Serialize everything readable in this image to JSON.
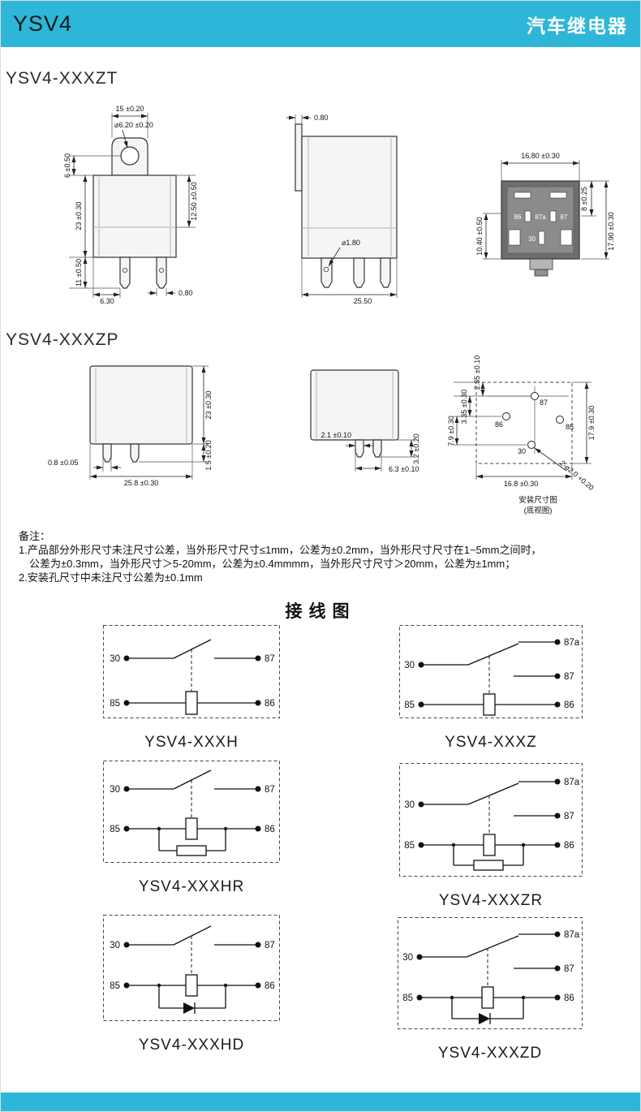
{
  "header": {
    "model": "YSV4",
    "product": "汽车继电器"
  },
  "sections": {
    "zt_title": "YSV4-XXXZT",
    "zp_title": "YSV4-XXXZP"
  },
  "zt": {
    "front": {
      "dim_tab_width": "15 ±0.20",
      "dim_hole": "⌀6.20 ±0.20",
      "dim_tab_height": "6 ±0.50",
      "dim_body_height": "23 ±0.30",
      "dim_right": "12.50 ±0.50",
      "dim_pin_length": "11 ±0.50",
      "dim_pin_offset": "6.30",
      "dim_pin_thickness": "0.80"
    },
    "side": {
      "dim_tab_thickness": "0.80",
      "dim_pin_hole": "⌀1.80",
      "dim_width": "25.50"
    },
    "bottom": {
      "dim_width": "16.80 ±0.30",
      "dim_upper": "8 ±0.25",
      "dim_left": "10.40 ±0.50",
      "dim_height": "17.90 ±0.30",
      "pin_86": "86",
      "pin_87a": "87a",
      "pin_87": "87",
      "pin_30": "30"
    }
  },
  "zp": {
    "front": {
      "dim_body_height": "23 ±0.30",
      "dim_pin_thickness": "0.8 ±0.05",
      "dim_width": "25.8 ±0.30",
      "dim_pin_tip": "1.5 ±0.20"
    },
    "side": {
      "dim_pin_width": "2.1 ±0.10",
      "dim_pin_length": "3.2 ±0.20",
      "dim_width": "6.3 ±0.10"
    },
    "holes": {
      "dim_top": "2.35 ±0.10",
      "dim_row1": "3.35 ±0.30",
      "dim_row2": "7.9 ±0.30",
      "dim_height": "17.9 ±0.30",
      "dim_width": "16.8 ±0.30",
      "hole_spec": "2-⌀2.0 +0.20",
      "pin_87": "87",
      "pin_86": "86",
      "pin_85": "85",
      "pin_30": "30",
      "caption_line1": "安装尺寸图",
      "caption_line2": "(底视图)"
    }
  },
  "notes": {
    "heading": "备注：",
    "line1": "1.产品部分外形尺寸未注尺寸公差，当外形尺寸尺寸≤1mm，公差为±0.2mm，当外形尺寸尺寸在1~5mm之间时，",
    "line2": "公差为±0.3mm，当外形尺寸＞5-20mm，公差为±0.4mmmm，当外形尺寸尺寸＞20mm，公差为±1mm；",
    "line3": "2.安装孔尺寸中未注尺寸公差为±0.1mm"
  },
  "wiring": {
    "title": "接线图",
    "h": {
      "label": "YSV4-XXXH",
      "p30": "30",
      "p87": "87",
      "p85": "85",
      "p86": "86"
    },
    "z": {
      "label": "YSV4-XXXZ",
      "p30": "30",
      "p87a": "87a",
      "p87": "87",
      "p85": "85",
      "p86": "86"
    },
    "hr": {
      "label": "YSV4-XXXHR",
      "p30": "30",
      "p87": "87",
      "p85": "85",
      "p86": "86"
    },
    "zr": {
      "label": "YSV4-XXXZR",
      "p30": "30",
      "p87a": "87a",
      "p87": "87",
      "p85": "85",
      "p86": "86"
    },
    "hd": {
      "label": "YSV4-XXXHD",
      "p30": "30",
      "p87": "87",
      "p85": "85",
      "p86": "86"
    },
    "zd": {
      "label": "YSV4-XXXZD",
      "p30": "30",
      "p87a": "87a",
      "p87": "87",
      "p85": "85",
      "p86": "86"
    }
  }
}
